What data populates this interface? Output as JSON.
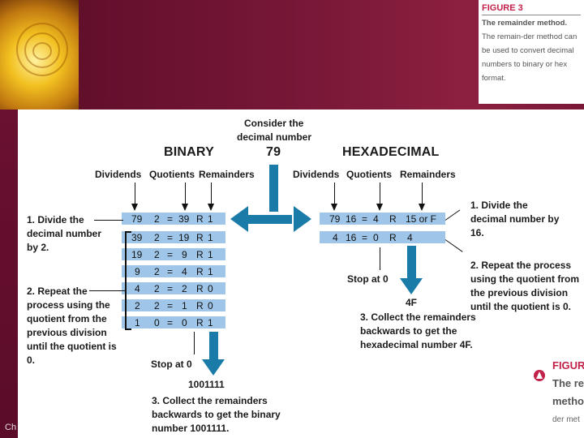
{
  "caption": {
    "figure": "FIGURE 3",
    "title": "The remainder method.",
    "text": "The remain-der method can be used to convert decimal numbers to binary or hex format."
  },
  "slide": {
    "footer": "Ch"
  },
  "diagram": {
    "consider_line1": "Consider the",
    "consider_line2": "decimal number",
    "number": "79",
    "binary": {
      "title": "BINARY",
      "headers": [
        "Dividends",
        "Quotients",
        "Remainders"
      ],
      "rows": [
        [
          "79",
          "2",
          "=",
          "39",
          "R",
          "1"
        ],
        [
          "39",
          "2",
          "=",
          "19",
          "R",
          "1"
        ],
        [
          "19",
          "2",
          "=",
          "9",
          "R",
          "1"
        ],
        [
          "9",
          "2",
          "=",
          "4",
          "R",
          "1"
        ],
        [
          "4",
          "2",
          "=",
          "2",
          "R",
          "0"
        ],
        [
          "2",
          "2",
          "=",
          "1",
          "R",
          "0"
        ],
        [
          "1",
          "0",
          "=",
          "0",
          "R",
          "1"
        ]
      ],
      "step1": "1. Divide the decimal number by 2.",
      "step2": "2. Repeat the process using the quotient from the previous division until the quotient is 0.",
      "stop": "Stop at 0",
      "result": "1001111",
      "step3": "3. Collect the remainders backwards to get the binary number 1001111."
    },
    "hex": {
      "title": "HEXADECIMAL",
      "headers": [
        "Dividends",
        "Quotients",
        "Remainders"
      ],
      "rows": [
        [
          "79",
          "16",
          "=",
          "4",
          "R",
          "15 or F"
        ],
        [
          "4",
          "16",
          "=",
          "0",
          "R",
          "4"
        ]
      ],
      "step1": "1. Divide the decimal number by 16.",
      "step2": "2. Repeat the process using the quotient from the previous division until the quotient is 0.",
      "stop": "Stop at 0",
      "result": "4F",
      "step3": "3. Collect the remainders backwards to get the hexadecimal number 4F."
    }
  },
  "next_figure": {
    "figure": "FIGUR",
    "title_line1": "The re",
    "title_line2": "metho",
    "text_line": "der met"
  }
}
